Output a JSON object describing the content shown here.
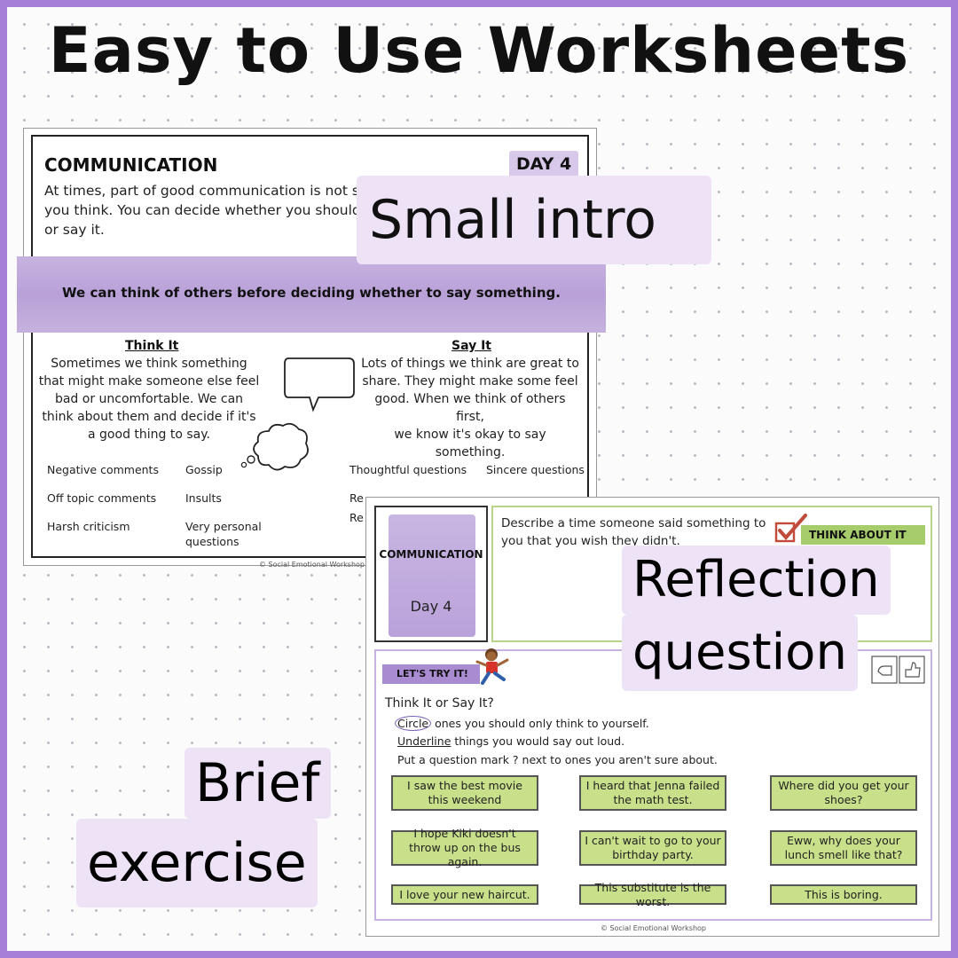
{
  "headline": "Easy to Use Worksheets",
  "worksheet1": {
    "title": "COMMUNICATION",
    "day_badge": "DAY 4",
    "intro_line1": "At times, part of good communication is not sho",
    "intro_line2": "you think. You can decide whether you should ju",
    "intro_line3": "or say it.",
    "band_text": "We can think of others before deciding whether to say something.",
    "think_it": {
      "heading": "Think It",
      "lines": [
        "Sometimes we think something",
        "that might make someone else feel",
        "bad or uncomfortable. We can",
        "think about them and decide if it's",
        "a good thing to say."
      ]
    },
    "say_it": {
      "heading": "Say It",
      "lines": [
        "Lots of things we think are great to",
        "share. They might make some feel",
        "good. When we think of others first,",
        "we know it's okay to say",
        "something."
      ]
    },
    "think_items": [
      "Negative comments",
      "Gossip",
      "Off topic comments",
      "Insults",
      "Harsh criticism",
      "Very personal questions"
    ],
    "say_items": [
      "Thoughtful questions",
      "Sincere questions",
      "Re",
      "Re"
    ],
    "copyright": "© Social Emotional Workshop"
  },
  "worksheet2": {
    "topic": "COMMUNICATION",
    "day": "Day 4",
    "question_line1": "Describe a time someone said something to",
    "question_line2": "you that you wish they didn't.",
    "think_about_it": "THINK ABOUT IT",
    "lets_try_it": "LET'S TRY IT!",
    "exercise_heading": "Think It or Say It?",
    "instructions": {
      "circle_word": "Circle",
      "circle_rest": " ones you should only think to yourself.",
      "underline_word": "Underline",
      "underline_rest": " things you would say out loud.",
      "question_mark": "Put a question mark ? next to ones you aren't sure about."
    },
    "cards": [
      "I saw the best movie this weekend",
      "I heard that Jenna failed the math test.",
      "Where did you get your shoes?",
      "I hope Kiki doesn't throw up on the bus again.",
      "I can't wait to go to your birthday party.",
      "Eww, why does your lunch smell like that?",
      "I love your new haircut.",
      "This substitute is the worst.",
      "This is boring."
    ],
    "copyright": "© Social Emotional Workshop"
  },
  "callouts": {
    "small_intro": "Small intro",
    "reflection_line1": "Reflection",
    "reflection_line2": "question",
    "brief_line1": "Brief",
    "brief_line2": "exercise"
  },
  "colors": {
    "frame": "#a57fd8",
    "callout_bg": "#eee2f7",
    "lavender_band": "#bca4da",
    "green_card": "#c8e08a",
    "green_tab": "#a7cc6b"
  }
}
